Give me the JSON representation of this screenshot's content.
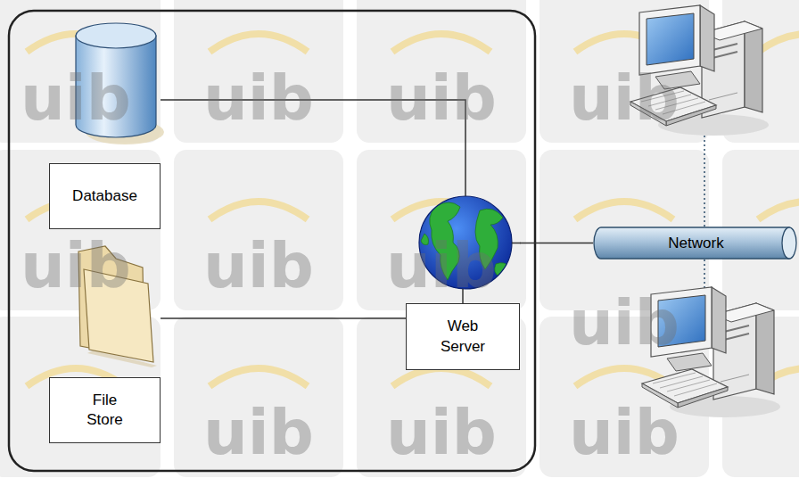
{
  "diagram": {
    "nodes": [
      {
        "text": [
          "Database"
        ]
      },
      {
        "text": [
          "File Store"
        ]
      },
      {
        "text": [
          "Web Server"
        ]
      },
      {
        "text": [
          "Network"
        ]
      }
    ],
    "edges": [
      {
        "from": 0,
        "to": 2,
        "arrow": "none"
      },
      {
        "from": 1,
        "to": 2,
        "arrow": "none"
      },
      {
        "from": 2,
        "to": 3,
        "arrow": "none"
      }
    ],
    "labels": [
      "uib",
      "uib",
      "uib",
      "uib",
      "uib",
      "uib",
      "uib",
      "uib",
      "uib",
      "uib",
      "uib"
    ]
  }
}
